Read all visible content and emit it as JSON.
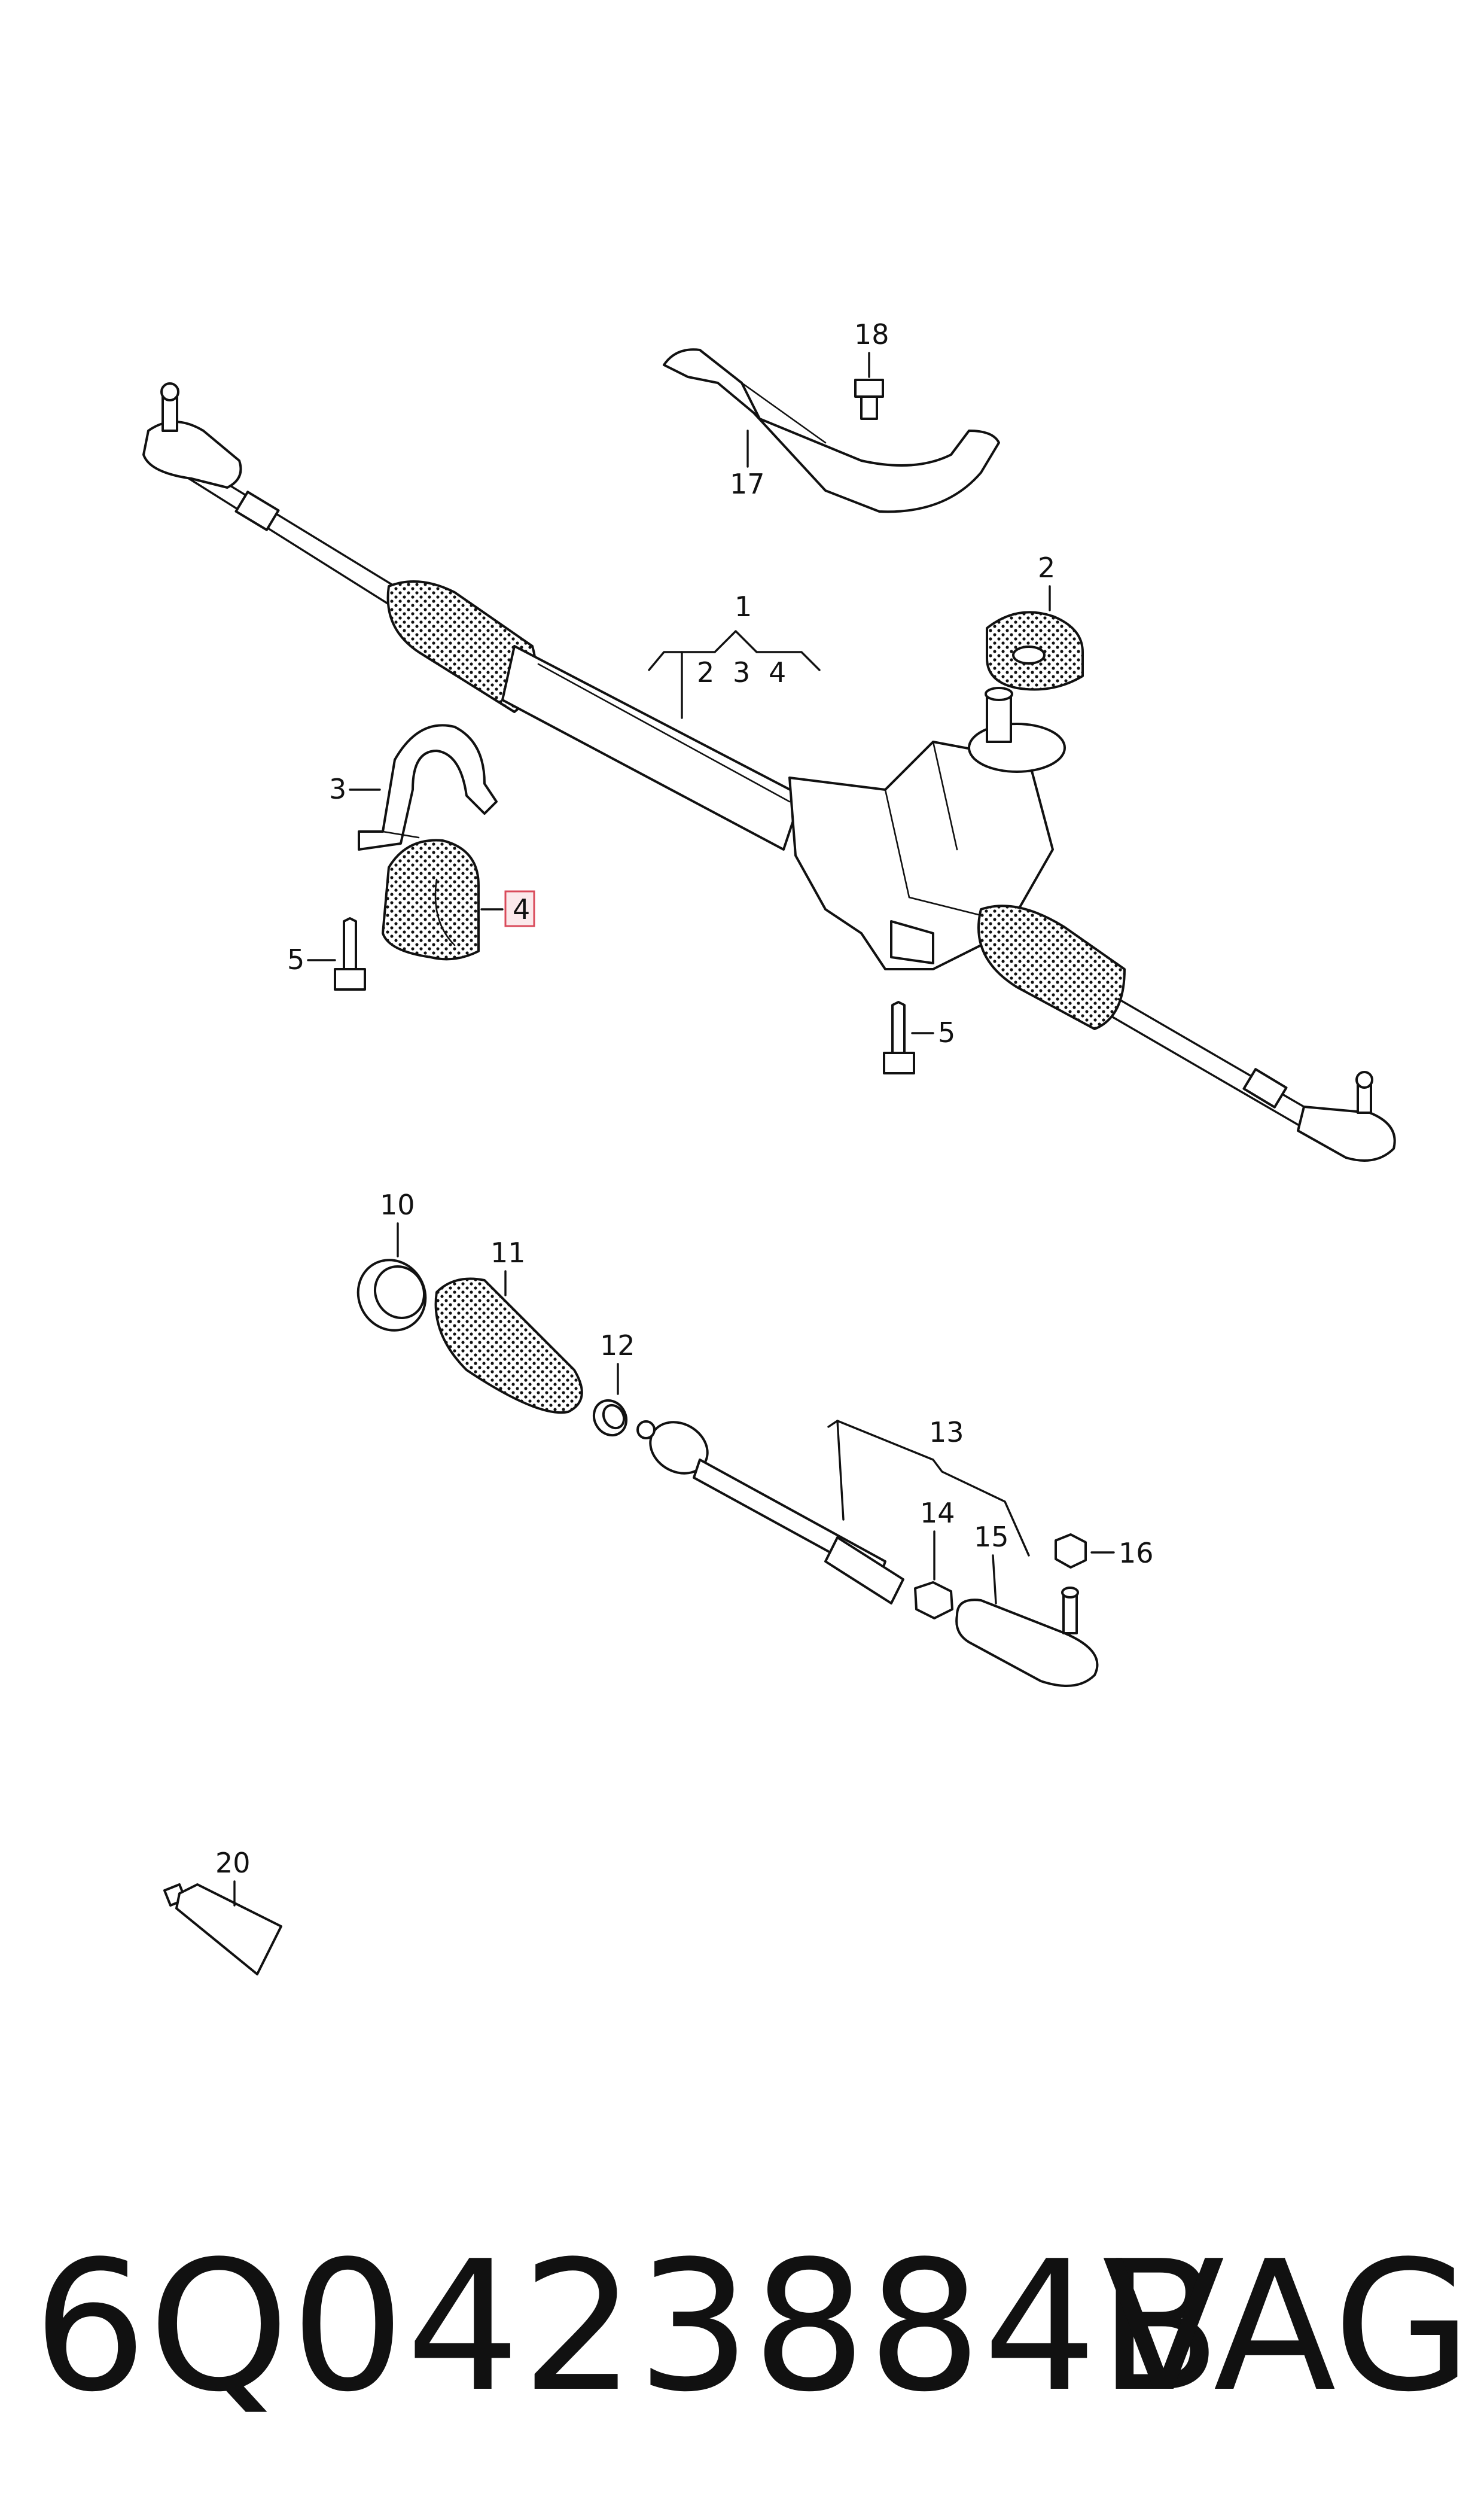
{
  "callouts": {
    "c1": "1",
    "c2": "2",
    "c2b": "2",
    "c3": "3",
    "c3b": "3",
    "c4": "4",
    "c4b": "4",
    "c5a": "5",
    "c5b": "5",
    "c10": "10",
    "c11": "11",
    "c12": "12",
    "c13": "13",
    "c14": "14",
    "c15": "15",
    "c16": "16",
    "c17": "17",
    "c18": "18",
    "c20": "20"
  },
  "highlight_color": "#d94a5a",
  "footer": {
    "part_number": "6Q0423884B",
    "brand": "VAG"
  }
}
